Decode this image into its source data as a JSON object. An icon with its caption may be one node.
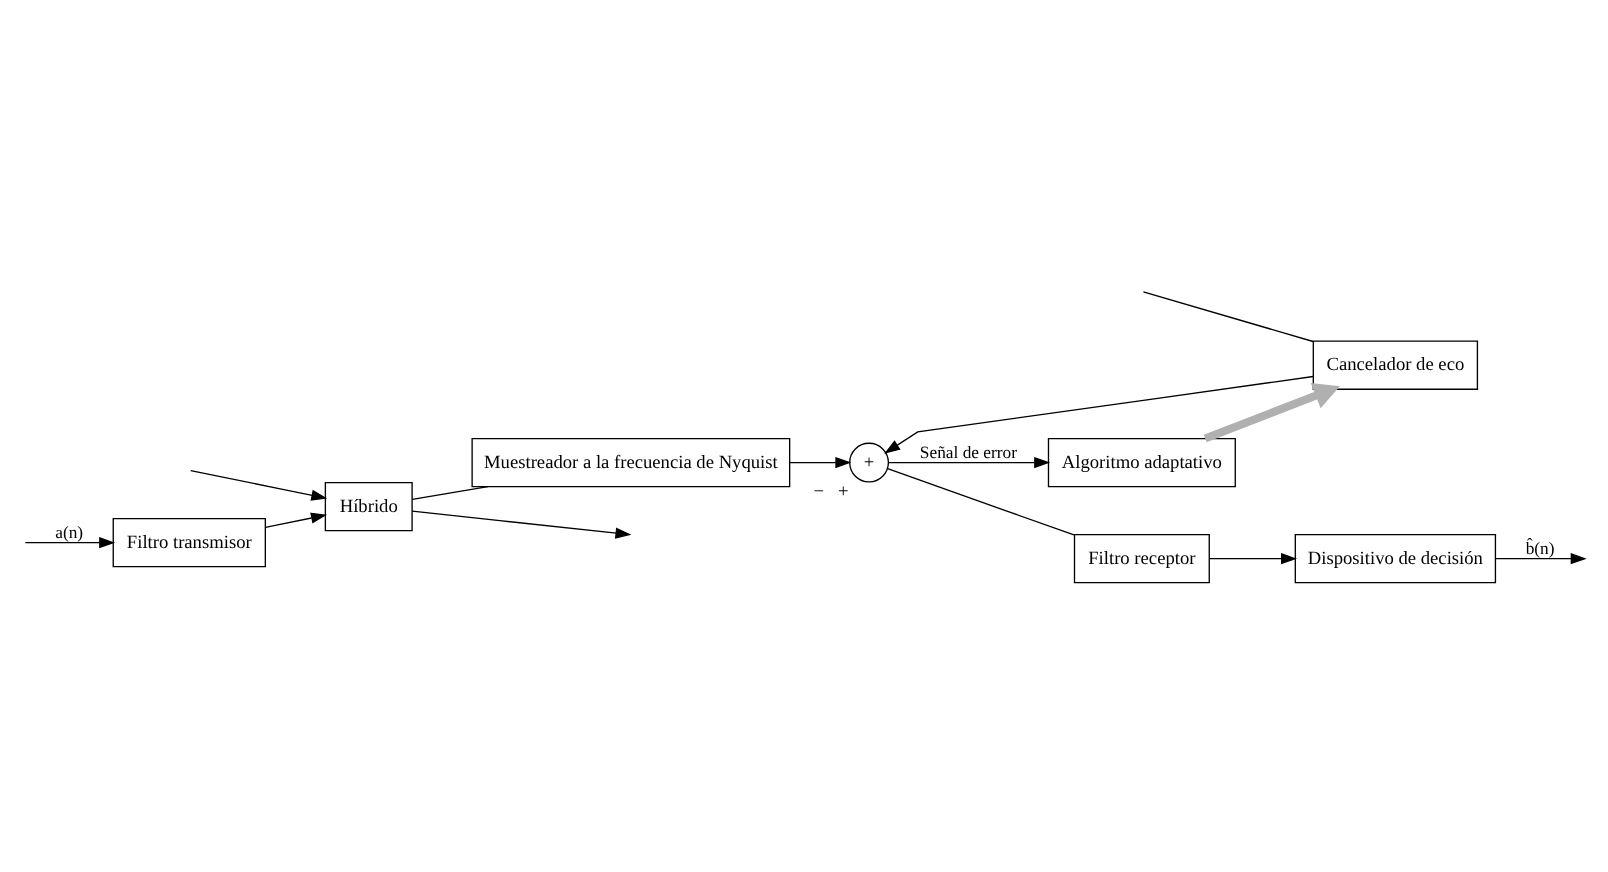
{
  "diagram": {
    "nodes": [
      {
        "text": [
          "Filtro transmisor"
        ]
      },
      {
        "text": [
          "Cancelador de eco"
        ]
      },
      {
        "text": [
          "Algoritmo adaptativo"
        ]
      },
      {
        "text": [
          "Híbrido"
        ]
      },
      {
        "text": [
          "Dispositivo de decisión"
        ]
      },
      {
        "text": [
          "Filtro receptor"
        ]
      },
      {
        "text": [
          "+"
        ],
        "beside": [
          "−",
          "+"
        ]
      },
      {
        "text": [
          "Muestreador a la frecuencia de Nyquist"
        ]
      }
    ],
    "edges": [
      {
        "from": null,
        "to": 0,
        "arrow": "to",
        "label": "a(n)"
      },
      {
        "from": null,
        "to": 1,
        "arrow": "none"
      },
      {
        "from": 0,
        "to": 3,
        "arrow": "to"
      },
      {
        "from": 3,
        "to": null,
        "arrow": "to"
      },
      {
        "from": null,
        "to": 3,
        "arrow": "to"
      },
      {
        "from": 3,
        "to": 7,
        "arrow": "none"
      },
      {
        "from": 7,
        "to": 6,
        "arrow": "to"
      },
      {
        "from": 1,
        "to": 6,
        "arrow": "to"
      },
      {
        "from": 2,
        "to": 1,
        "arrow": "to",
        "style": "thick",
        "color": "#b0b0b0"
      },
      {
        "from": 6,
        "to": 2,
        "arrow": "to",
        "label": "Señal de error"
      },
      {
        "from": 6,
        "to": 5,
        "arrow": "none"
      },
      {
        "from": 5,
        "to": 4,
        "arrow": "to"
      },
      {
        "from": 4,
        "to": null,
        "arrow": "to",
        "label": "b̂(n)"
      }
    ]
  }
}
